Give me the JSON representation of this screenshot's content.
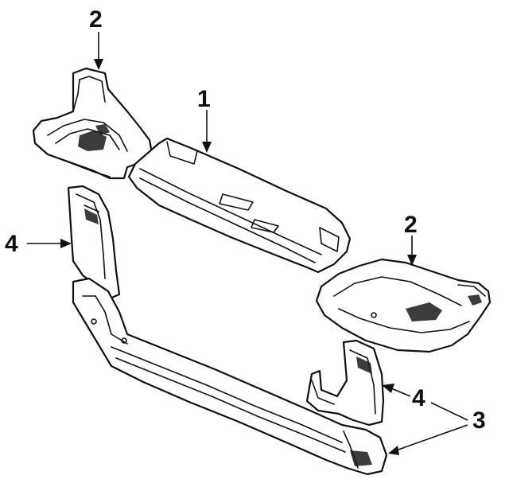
{
  "callouts": [
    {
      "id": "top-left-bracket",
      "label": "2"
    },
    {
      "id": "upper-tie-bar",
      "label": "1"
    },
    {
      "id": "right-bracket",
      "label": "2"
    },
    {
      "id": "left-support",
      "label": "4"
    },
    {
      "id": "right-support",
      "label": "4"
    },
    {
      "id": "lower-support",
      "label": "3"
    }
  ]
}
